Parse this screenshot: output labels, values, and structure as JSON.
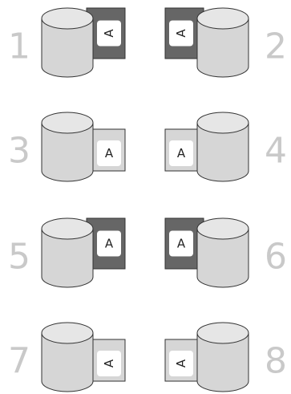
{
  "colors": {
    "background": "#ffffff",
    "cylinder_body": "#d6d6d6",
    "cylinder_top": "#e6e6e6",
    "stroke": "#333333",
    "tape_dark": "#666666",
    "tape_light": "#d6d6d6",
    "number": "#c9c9c9",
    "card": "#ffffff"
  },
  "panels": [
    {
      "number": "1",
      "letter": "A",
      "tape": "dark",
      "letter_rotation_deg": -90
    },
    {
      "number": "2",
      "letter": "A",
      "tape": "dark",
      "letter_rotation_deg": -90
    },
    {
      "number": "3",
      "letter": "A",
      "tape": "light",
      "letter_rotation_deg": 0
    },
    {
      "number": "4",
      "letter": "A",
      "tape": "light",
      "letter_rotation_deg": 0
    },
    {
      "number": "5",
      "letter": "A",
      "tape": "dark",
      "letter_rotation_deg": 0
    },
    {
      "number": "6",
      "letter": "A",
      "tape": "dark",
      "letter_rotation_deg": 0
    },
    {
      "number": "7",
      "letter": "A",
      "tape": "light",
      "letter_rotation_deg": -90
    },
    {
      "number": "8",
      "letter": "A",
      "tape": "light",
      "letter_rotation_deg": -90
    }
  ]
}
